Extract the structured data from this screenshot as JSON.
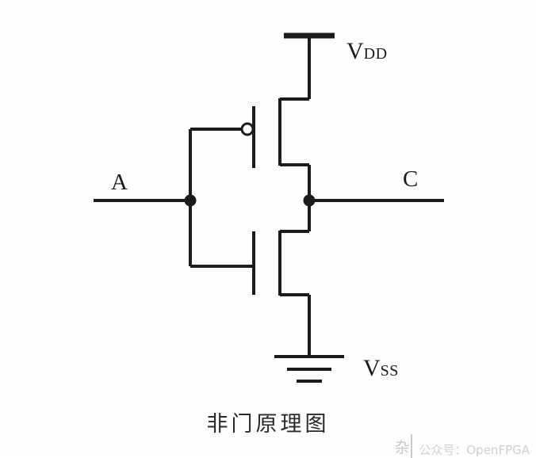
{
  "diagram": {
    "caption": "非门原理图",
    "labels": {
      "vdd_main": "V",
      "vdd_sub": "DD",
      "vss_main": "V",
      "vss_sub": "SS",
      "input": "A",
      "output": "C"
    },
    "colors": {
      "wire": "#1b1b1b",
      "background": "#fdfdfd",
      "text": "#1b1b1b"
    },
    "nodes": {
      "input_junction": "A",
      "output_junction": "C"
    },
    "components": [
      {
        "type": "pmos-transistor",
        "name": "pull-up-pmos",
        "gate": "A",
        "source": "VDD",
        "drain": "C"
      },
      {
        "type": "nmos-transistor",
        "name": "pull-down-nmos",
        "gate": "A",
        "source": "VSS",
        "drain": "C"
      },
      {
        "type": "power-rail",
        "name": "vdd-rail",
        "label": "VDD"
      },
      {
        "type": "ground-symbol",
        "name": "vss-ground",
        "label": "VSS"
      }
    ]
  },
  "watermark": {
    "logo_glyph": "杂",
    "text": "公众号：OpenFPGA"
  }
}
